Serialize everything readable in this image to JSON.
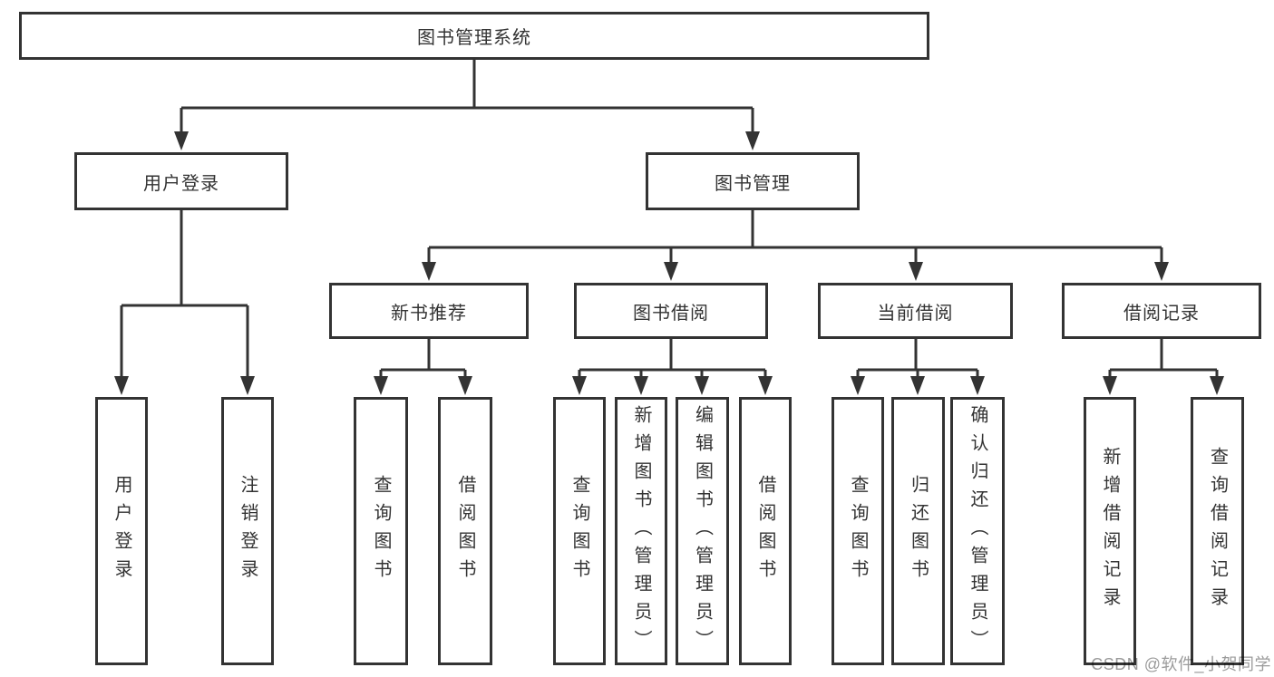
{
  "tree": {
    "root": {
      "label": "图书管理系统"
    },
    "level2": [
      {
        "label": "用户登录",
        "children": [
          {
            "label": "用户登录"
          },
          {
            "label": "注销登录"
          }
        ]
      },
      {
        "label": "图书管理",
        "children": [
          {
            "label": "新书推荐",
            "children": [
              {
                "label": "查询图书"
              },
              {
                "label": "借阅图书"
              }
            ]
          },
          {
            "label": "图书借阅",
            "children": [
              {
                "label": "查询图书"
              },
              {
                "label": "新增图书（管理员）"
              },
              {
                "label": "编辑图书（管理员）"
              },
              {
                "label": "借阅图书"
              }
            ]
          },
          {
            "label": "当前借阅",
            "children": [
              {
                "label": "查询图书"
              },
              {
                "label": "归还图书"
              },
              {
                "label": "确认归还（管理员）"
              }
            ]
          },
          {
            "label": "借阅记录",
            "children": [
              {
                "label": "新增借阅记录"
              },
              {
                "label": "查询借阅记录"
              }
            ]
          }
        ]
      }
    ]
  },
  "watermark": {
    "text": "CSDN @软件_小贺同学"
  },
  "colors": {
    "line": "#333333",
    "box_border": "#333333",
    "box_fill": "#ffffff",
    "text": "#333333",
    "watermark": "#9b9b9b",
    "background": "#ffffff"
  }
}
